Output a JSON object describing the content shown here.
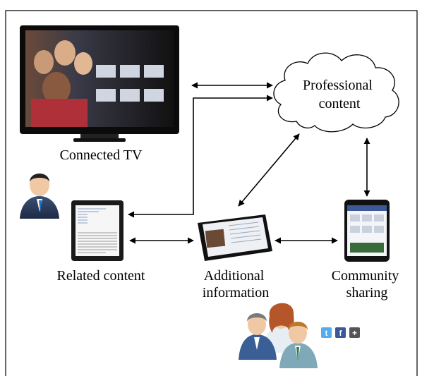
{
  "nodes": {
    "connected_tv": {
      "label": "Connected TV"
    },
    "professional_content": {
      "label_line1": "Professional",
      "label_line2": "content"
    },
    "related_content": {
      "label": "Related content"
    },
    "additional_information": {
      "label_line1": "Additional",
      "label_line2": "information"
    },
    "community_sharing": {
      "label_line1": "Community",
      "label_line2": "sharing"
    }
  },
  "edges": [
    {
      "from": "connected_tv",
      "to": "professional_content",
      "direction": "both"
    },
    {
      "from": "related_content",
      "to": "professional_content",
      "direction": "both"
    },
    {
      "from": "related_content",
      "to": "additional_information",
      "direction": "both"
    },
    {
      "from": "additional_information",
      "to": "professional_content",
      "direction": "both"
    },
    {
      "from": "additional_information",
      "to": "community_sharing",
      "direction": "both"
    },
    {
      "from": "community_sharing",
      "to": "professional_content",
      "direction": "both"
    }
  ],
  "social_icons": [
    {
      "icon": "twitter-icon",
      "color": "#55acee",
      "glyph": "t"
    },
    {
      "icon": "facebook-icon",
      "color": "#3b5998",
      "glyph": "f"
    },
    {
      "icon": "plus-icon",
      "color": "#555555",
      "glyph": "+"
    }
  ],
  "colors": {
    "frame": "#000000",
    "arrow": "#000000",
    "suit": "#2b3a55",
    "screen_bg": "#f1f3f7"
  }
}
